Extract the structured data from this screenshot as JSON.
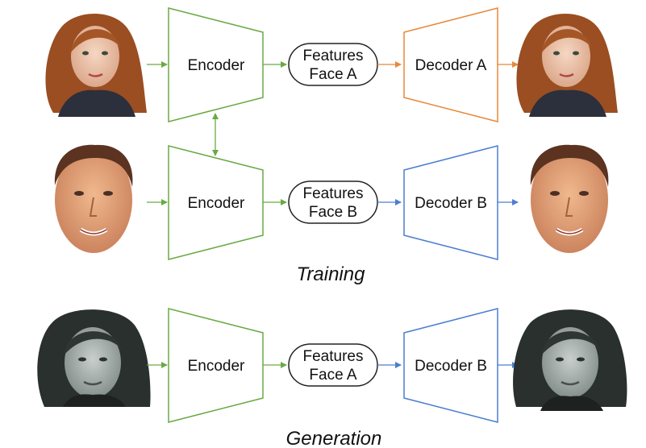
{
  "colors": {
    "encoder": "#6aaa45",
    "decoder_a": "#e8893a",
    "decoder_b": "#4b7fcf",
    "feature_border": "#222222",
    "text": "#111111"
  },
  "rows": [
    {
      "input_face": "face-a-photo",
      "encoder": "Encoder",
      "features": [
        "Features",
        "Face A"
      ],
      "decoder": "Decoder A",
      "output_face": "face-a-photo"
    },
    {
      "input_face": "face-b-photo",
      "encoder": "Encoder",
      "features": [
        "Features",
        "Face B"
      ],
      "decoder": "Decoder B",
      "output_face": "face-b-photo"
    },
    {
      "input_face": "face-a-grayscale-photo",
      "encoder": "Encoder",
      "features": [
        "Features",
        "Face A"
      ],
      "decoder": "Decoder B",
      "output_face": "face-b-swapped-grayscale-photo"
    }
  ],
  "captions": {
    "training": "Training",
    "generation": "Generation"
  }
}
